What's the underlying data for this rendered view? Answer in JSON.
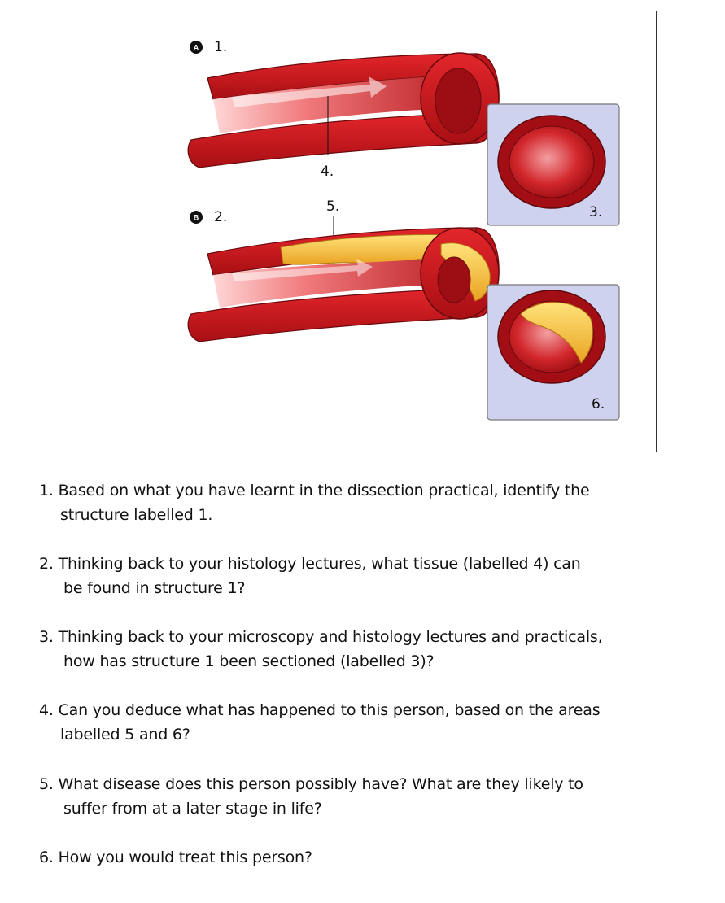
{
  "figure": {
    "panel_a_badge": "A",
    "panel_a_label": "1.",
    "panel_b_badge": "B",
    "panel_b_label": "2.",
    "callouts": {
      "c3": "3.",
      "c4": "4.",
      "c5": "5.",
      "c6": "6."
    },
    "colors": {
      "vessel_red": "#c8141a",
      "vessel_dark": "#7a0c0f",
      "lumen_pink": "#f08a8c",
      "plaque_yellow": "#f5c53a",
      "inset_bg": "#cfd2ef"
    },
    "icons": [
      "artery-normal",
      "artery-plaque",
      "cross-section-normal",
      "cross-section-occluded"
    ]
  },
  "questions": [
    {
      "line1": "1. Based on what you have learnt in the dissection practical, identify the",
      "line2": "structure labelled 1."
    },
    {
      "line1": "2. Thinking back to your histology lectures, what tissue (labelled 4) can",
      "line2": "be found in structure 1?"
    },
    {
      "line1": "3. Thinking back to your microscopy and histology lectures and practicals,",
      "line2": "how has structure 1 been sectioned (labelled 3)?"
    },
    {
      "line1": "4. Can you deduce what has happened to this person, based on the areas",
      "line2": "labelled 5 and 6?"
    },
    {
      "line1": "5. What disease does this person possibly have? What are they likely to",
      "line2": "suffer from at a later stage in life?"
    },
    {
      "line1": "6. How you would treat this person?"
    }
  ]
}
